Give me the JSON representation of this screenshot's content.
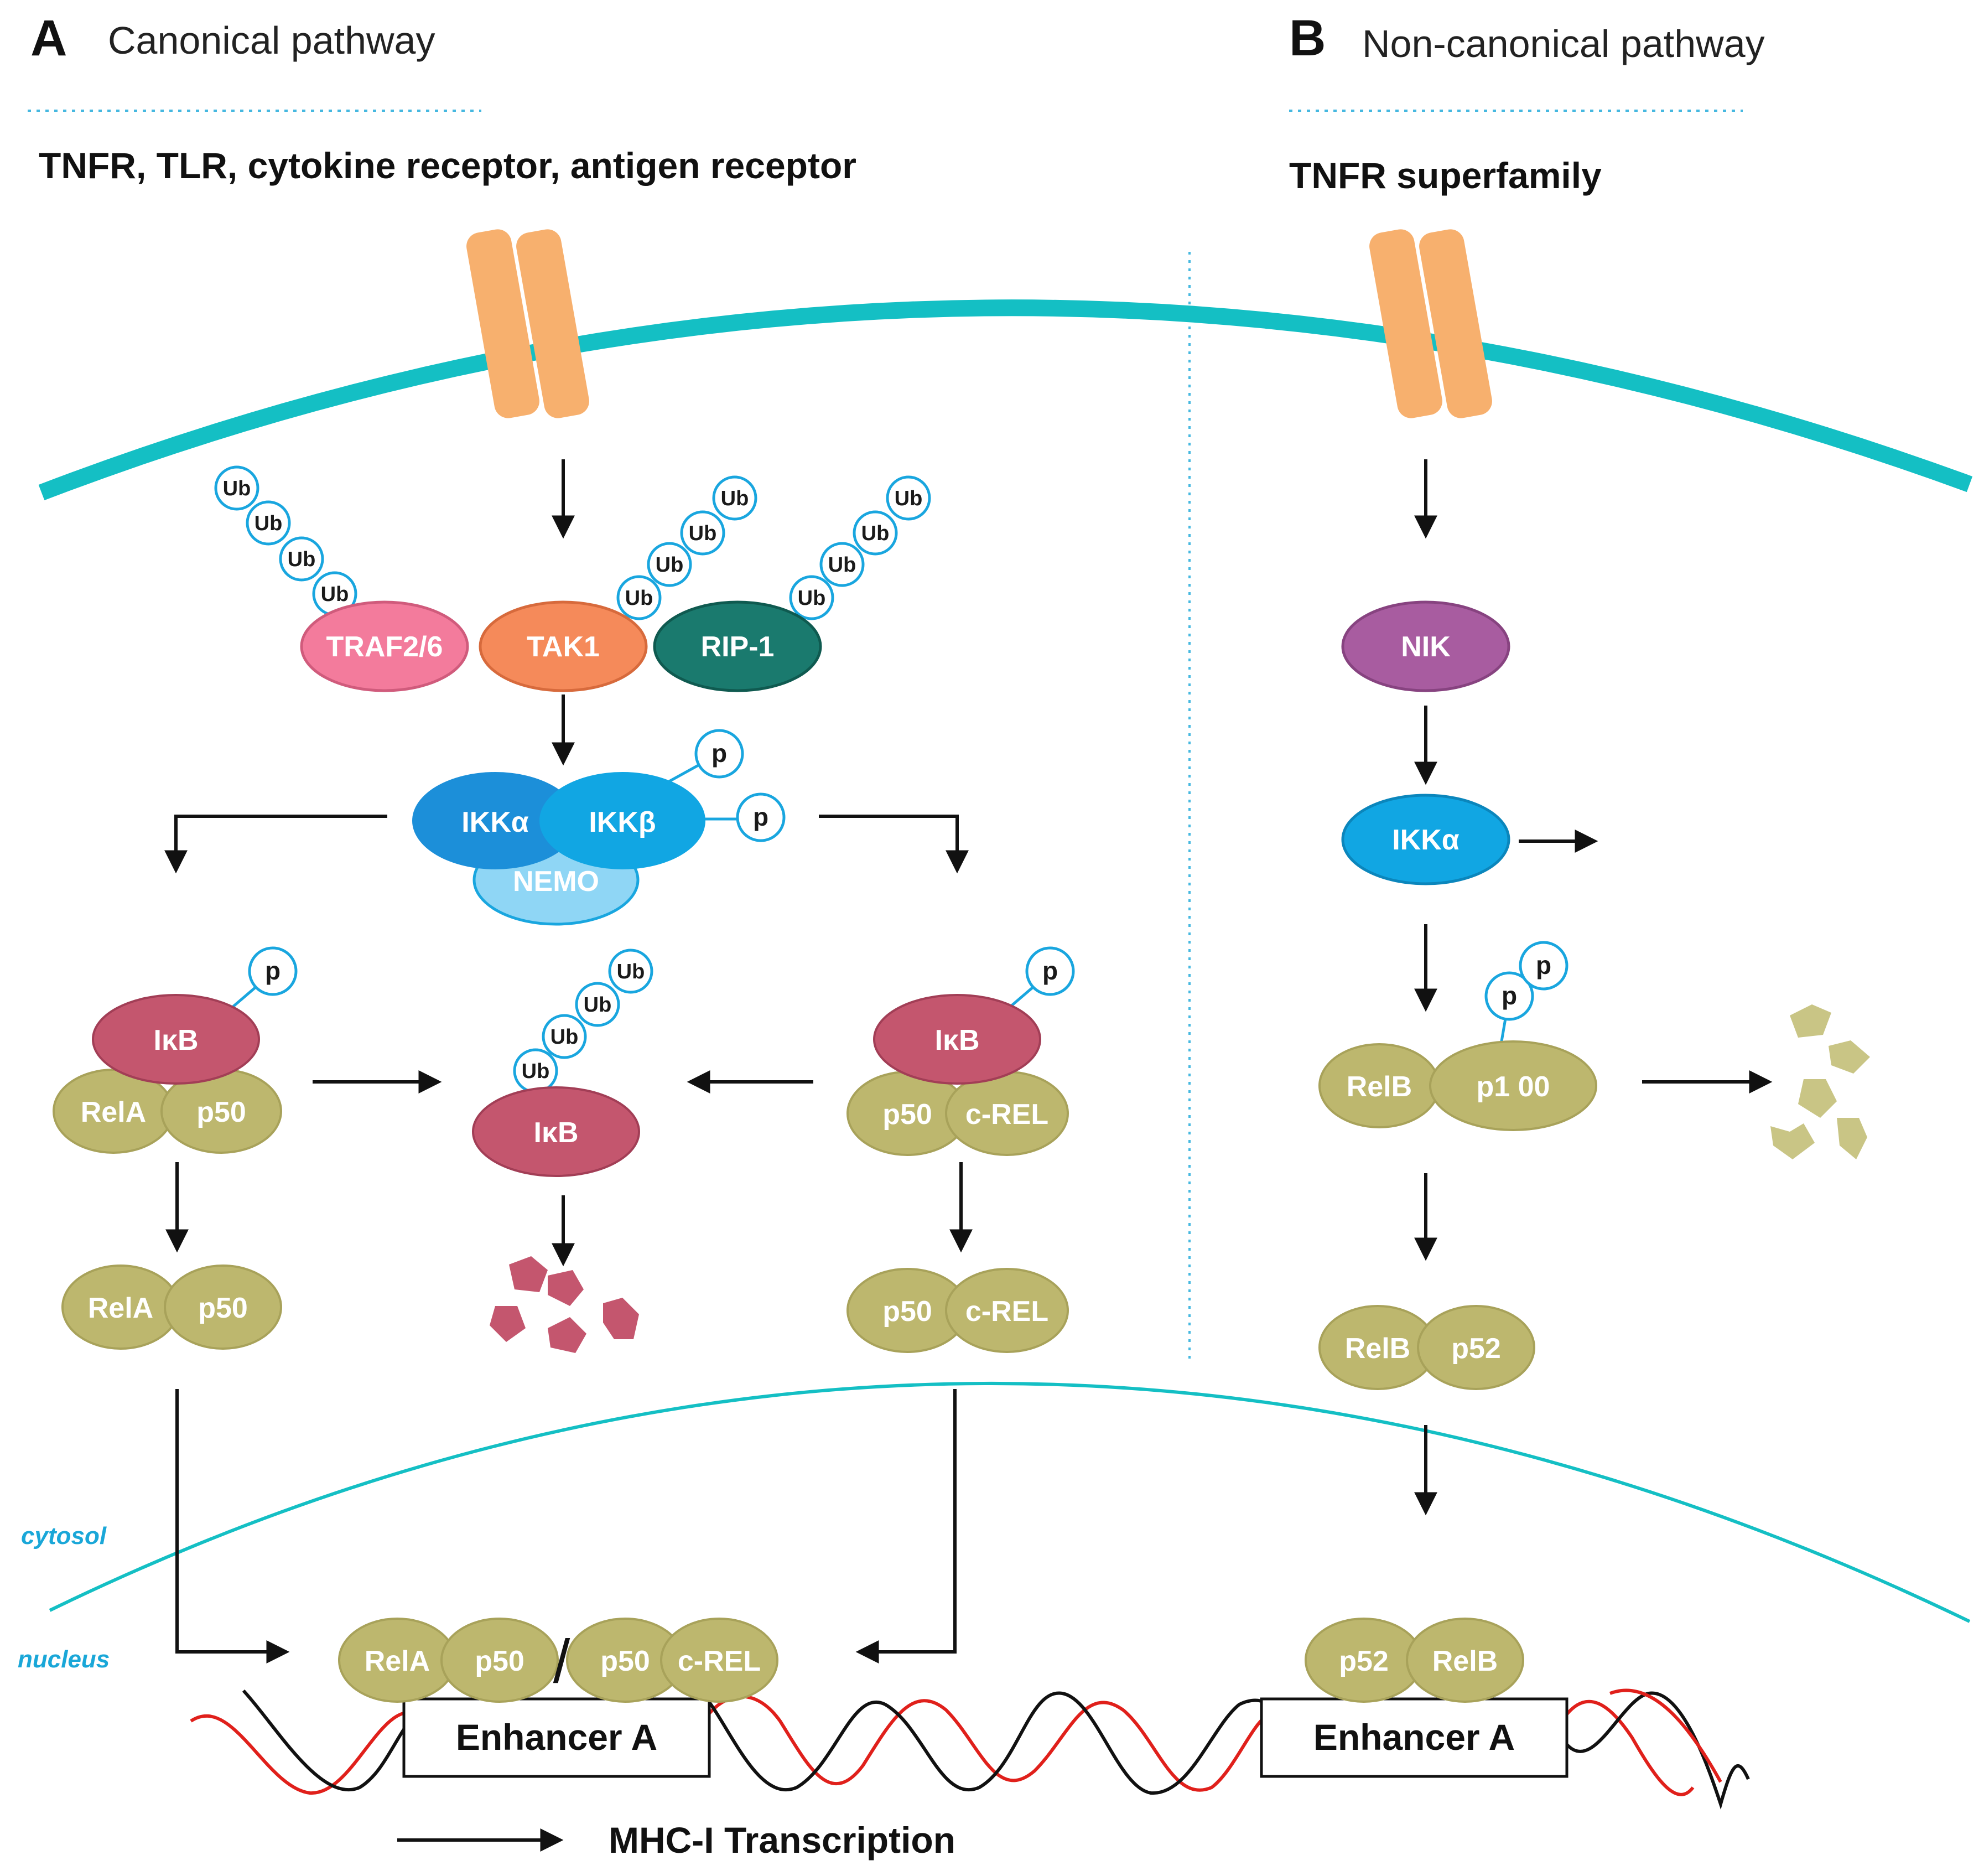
{
  "colors": {
    "membrane": "#14bfc4",
    "receptor": "#f7b06e",
    "traf": "#f37b9c",
    "tak1": "#f58a5a",
    "rip1": "#1a7a6e",
    "ikk": "#11a6e3",
    "ikka": "#1c8fd9",
    "nemo": "#8fd6f5",
    "ikb": "#c4566e",
    "nfkb": "#bdb76e",
    "nik": "#a85ca0",
    "ub_ring": "#19a6df",
    "dna_red": "#e0201b",
    "dna_black": "#111111",
    "divider": "#46b8e0"
  },
  "panel_a": {
    "letter": "A",
    "title": "Canonical pathway",
    "receptors": "TNFR, TLR, cytokine receptor, antigen receptor",
    "traf": "TRAF2/6",
    "tak1": "TAK1",
    "rip1": "RIP-1",
    "ikka": "IKKα",
    "ikkb": "IKKβ",
    "nemo": "NEMO",
    "ikb": "IκB",
    "rela": "RelA",
    "p50": "p50",
    "crel": "c-REL",
    "ub": "Ub",
    "p": "p"
  },
  "panel_b": {
    "letter": "B",
    "title": "Non-canonical pathway",
    "receptors": "TNFR superfamily",
    "nik": "NIK",
    "ikka": "IKKα",
    "relb": "RelB",
    "p100": "p1 00",
    "p52": "p52",
    "p": "p"
  },
  "compartments": {
    "cytosol": "cytosol",
    "nucleus": "nucleus"
  },
  "nucleus_complex": {
    "rela": "RelA",
    "p50a": "p50",
    "slash": "/",
    "p50b": "p50",
    "crel": "c-REL",
    "p52": "p52",
    "relb": "RelB"
  },
  "enhancer": {
    "left": "Enhancer  A",
    "right": "Enhancer  A"
  },
  "legend": {
    "label": "MHC-I  Transcription"
  }
}
